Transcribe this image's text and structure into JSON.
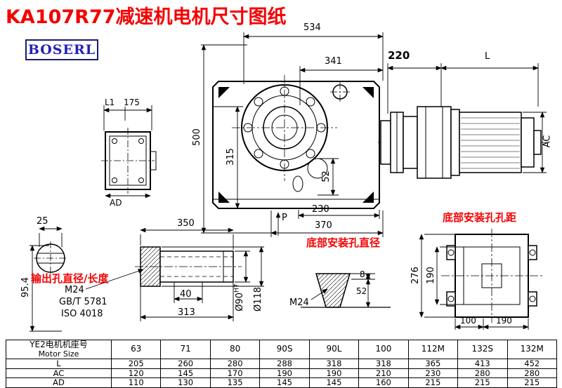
{
  "title": "KA107R77减速机电机尺寸图纸",
  "logo": "BOSERL",
  "main_view": {
    "d534": "534",
    "d341": "341",
    "d500": "500",
    "d315": "315",
    "d52": "52",
    "d230": "230",
    "d370": "370",
    "p": "P"
  },
  "motor_view": {
    "d220": "220",
    "l": "L",
    "ac": "AC"
  },
  "flange_view": {
    "l1": "L1",
    "d175": "175",
    "ad": "AD"
  },
  "shaft_view": {
    "d25": "25",
    "d95_4": "95.4",
    "label_output": "输出孔直径/长度",
    "m24": "M24",
    "gbt": "GB/T 5781",
    "iso": "ISO 4018",
    "d350": "350",
    "d40": "40",
    "d313": "313",
    "d90": "Ø90",
    "d90_tol": "H7",
    "d118": "Ø118"
  },
  "bottom_hole": {
    "label": "底部安装孔直径",
    "m24": "M24",
    "d8": "8",
    "d52": "52"
  },
  "bottom_mount": {
    "label": "底部安装孔孔距",
    "d276": "276",
    "d190_side": "190",
    "d100": "100",
    "d190_bottom": "190"
  },
  "table": {
    "header_line1": "YE2电机机座号",
    "header_line2": "Motor Size",
    "sizes": [
      "63",
      "71",
      "80",
      "90S",
      "90L",
      "100",
      "112M",
      "132S",
      "132M"
    ],
    "rows": [
      {
        "label": "L",
        "values": [
          "205",
          "260",
          "280",
          "288",
          "318",
          "318",
          "365",
          "413",
          "452"
        ]
      },
      {
        "label": "AC",
        "values": [
          "120",
          "145",
          "170",
          "190",
          "190",
          "210",
          "230",
          "280",
          "280"
        ]
      },
      {
        "label": "AD",
        "values": [
          "110",
          "130",
          "135",
          "145",
          "145",
          "160",
          "215",
          "215",
          "215"
        ]
      }
    ]
  }
}
